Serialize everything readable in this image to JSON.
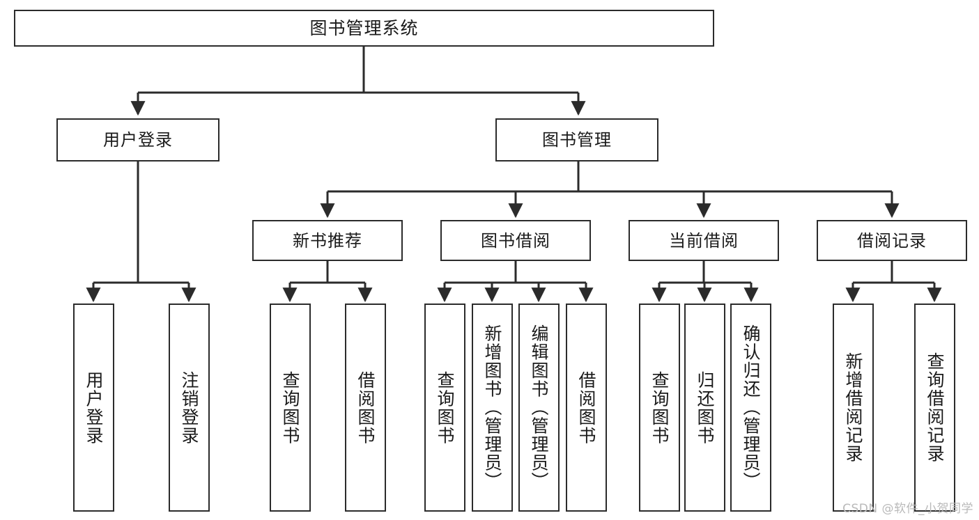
{
  "diagram": {
    "title": "图书管理系统",
    "type": "tree-hierarchy",
    "watermark": "CSDN @软件_小贺同学",
    "colors": {
      "background": "#ffffff",
      "box_border": "#2b2b2b",
      "box_fill": "#ffffff",
      "edge": "#2b2b2b",
      "text": "#1a1a1a",
      "watermark": "#b9b9b9"
    },
    "nodes": {
      "root": {
        "label": "图书管理系统"
      },
      "level2": [
        {
          "label": "用户登录"
        },
        {
          "label": "图书管理"
        }
      ],
      "level3": [
        {
          "label": "新书推荐"
        },
        {
          "label": "图书借阅"
        },
        {
          "label": "当前借阅"
        },
        {
          "label": "借阅记录"
        }
      ],
      "leaves": {
        "user_login": [
          {
            "label": "用户登录"
          },
          {
            "label": "注销登录"
          }
        ],
        "new_book": [
          {
            "label": "查询图书"
          },
          {
            "label": "借阅图书"
          }
        ],
        "book_borrow": [
          {
            "label": "查询图书"
          },
          {
            "label": "新增图书（管理员）"
          },
          {
            "label": "编辑图书（管理员）"
          },
          {
            "label": "借阅图书"
          }
        ],
        "current_borrow": [
          {
            "label": "查询图书"
          },
          {
            "label": "归还图书"
          },
          {
            "label": "确认归还（管理员）"
          }
        ],
        "borrow_record": [
          {
            "label": "新增借阅记录"
          },
          {
            "label": "查询借阅记录"
          }
        ]
      }
    }
  }
}
